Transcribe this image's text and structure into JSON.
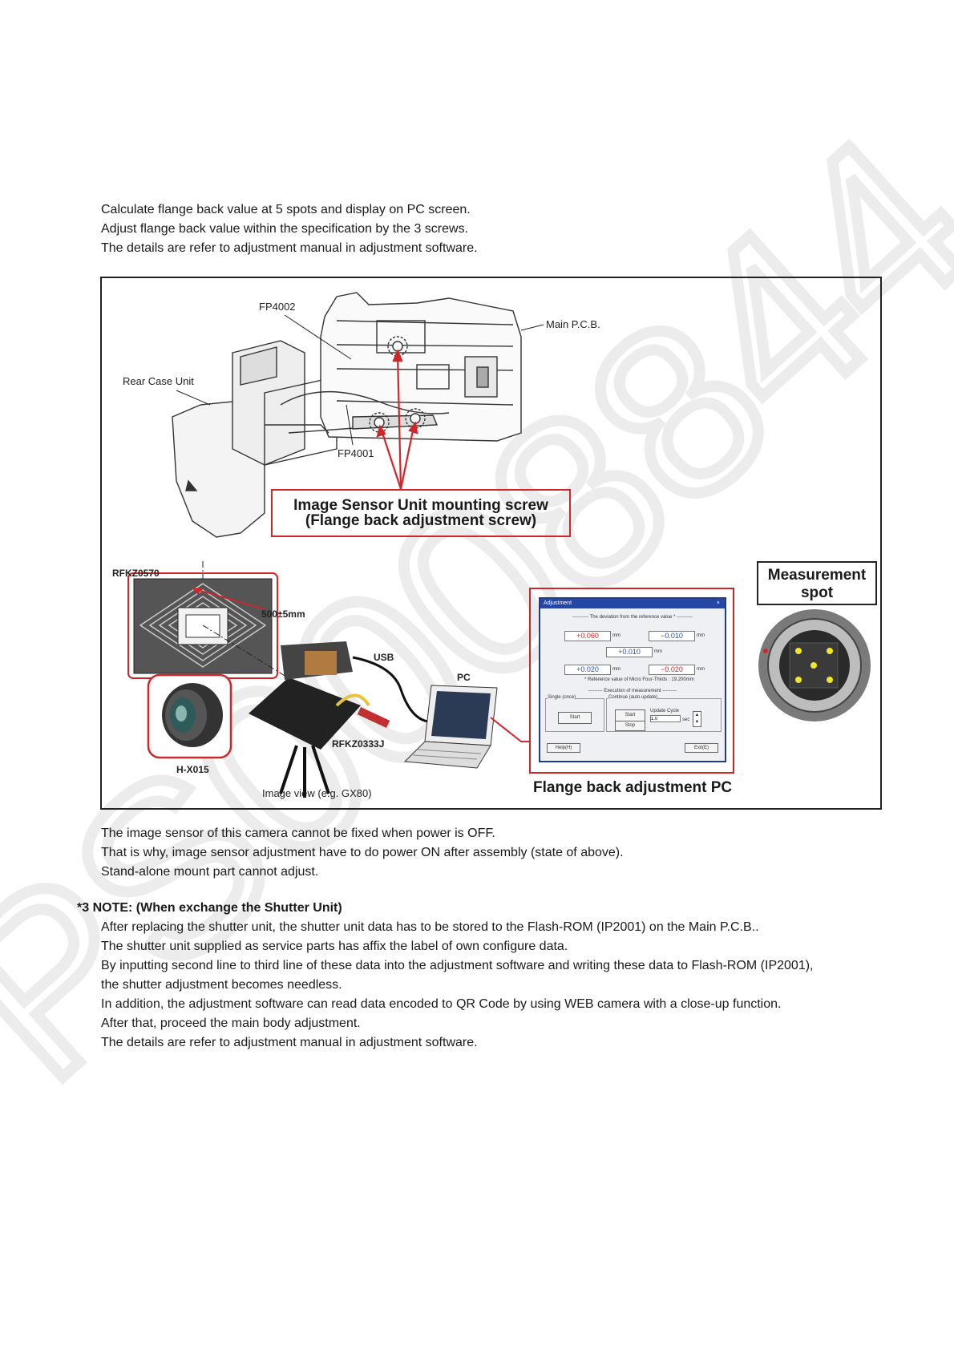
{
  "intro_lines": [
    "Calculate flange back value at 5 spots and display on PC screen.",
    "Adjust flange back value within the specification by the 3 screws.",
    "The details are refer to adjustment manual in adjustment software."
  ],
  "figure": {
    "labels": {
      "fp4002": "FP4002",
      "main_pcb": "Main P.C.B.",
      "rear_case": "Rear Case Unit",
      "fp4001": "FP4001",
      "chart": "RFKZ0570",
      "distance": "500±5mm",
      "usb": "USB",
      "pc": "PC",
      "stand": "RFKZ0333J",
      "lens": "H-X015",
      "image_view": "Image view (e.g. GX80)"
    },
    "screw_title_line1": "Image Sensor Unit mounting screw",
    "screw_title_line2": "(Flange back adjustment screw)",
    "measurement_line1": "Measurement",
    "measurement_line2": "spot",
    "pc_title": "Flange back adjustment PC",
    "window": {
      "title": "Adjustment",
      "close": "×",
      "deviation_header": "---------- The deviation from the reference value * ----------",
      "values": [
        "+0.060",
        "−0.010",
        "+0.010",
        "+0.020",
        "−0.020"
      ],
      "unit": "mm",
      "reference_note": "* Reference value of Micro Four-Thirds : 19.200mm",
      "execution_header": "--------- Execution of measurement ---------",
      "single_label": "Single (once)",
      "continue_label": "Continue (auto update)",
      "start_label": "Start",
      "stop_label": "Stop",
      "update_cycle_label": "Update Cycle",
      "update_cycle_value": "1.0",
      "sec_label": "sec",
      "help_label": "Help(H)",
      "exit_label": "Exit(E)"
    }
  },
  "after_lines": [
    "The image sensor of this camera cannot be fixed when power is OFF.",
    "That is why, image sensor adjustment have to do power ON after assembly (state of above).",
    "Stand-alone mount part cannot adjust."
  ],
  "note_title": "*3 NOTE: (When exchange the Shutter Unit)",
  "note_lines": [
    "After replacing the shutter unit, the shutter unit data has to be stored to the Flash-ROM (IP2001) on the Main P.C.B..",
    "The shutter unit supplied as service parts has affix the label of own configure data.",
    "By inputting second line to third line of these data into the adjustment software and writing these data to Flash-ROM (IP2001),",
    "the shutter adjustment becomes needless.",
    "In addition, the adjustment software can read data encoded to QR Code by using WEB camera with a close-up function.",
    "After that, proceed the main body adjustment.",
    "The details are refer to adjustment manual in adjustment software."
  ],
  "watermark_text": "PS0008844"
}
